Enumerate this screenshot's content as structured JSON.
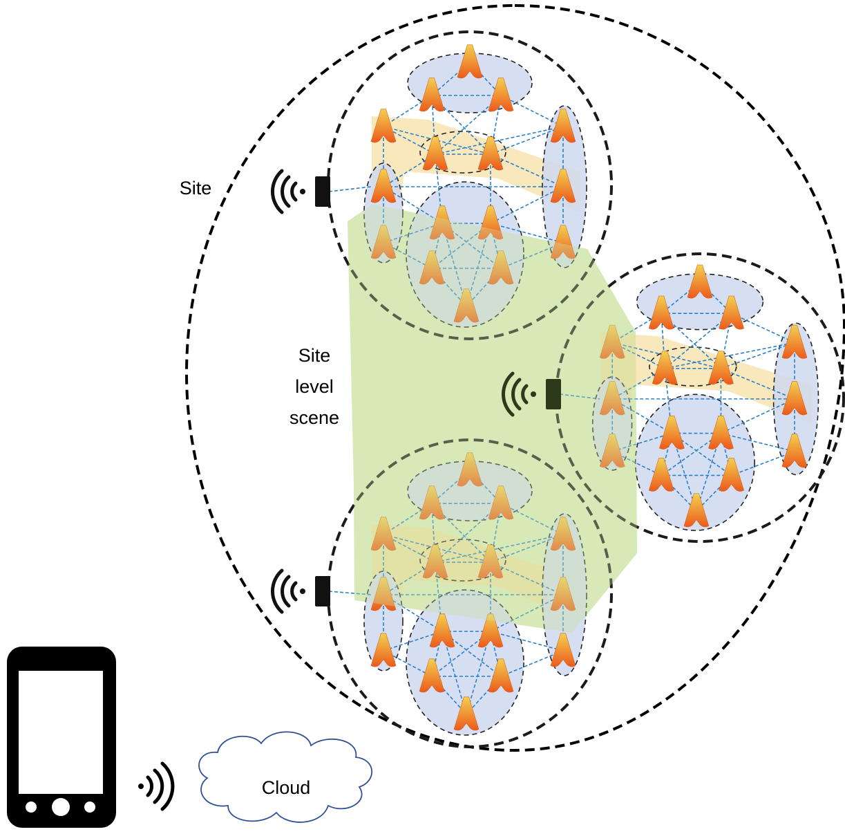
{
  "labels": {
    "site": "Site",
    "scene_line1": "Site",
    "scene_line2": "level",
    "scene_line3": "scene",
    "cloud": "Cloud"
  },
  "colors": {
    "outer_boundary": "#000000",
    "cluster_boundary": "#1a1a1a",
    "link": "#2a7fc9",
    "group_fill_blue": "#cfd9ee",
    "group_fill_yellow": "#f8dc9a",
    "scene_fill_green": "#cde6a8",
    "node_top": "#f2d050",
    "node_bottom": "#ec5a1c",
    "gateway_top": "#111111",
    "gateway_other": "#2b3a1a",
    "cloud_outline": "#2f4f96",
    "phone": "#000000"
  },
  "icons": {
    "node": "sensor-node-icon",
    "gateway": "gateway-icon",
    "wireless": "wireless-signal-icon",
    "phone": "smartphone-icon",
    "cloud": "cloud-icon"
  },
  "clusters": [
    {
      "name": "top-cluster",
      "nodes": 16
    },
    {
      "name": "right-cluster",
      "nodes": 16
    },
    {
      "name": "bottom-cluster",
      "nodes": 16
    }
  ]
}
